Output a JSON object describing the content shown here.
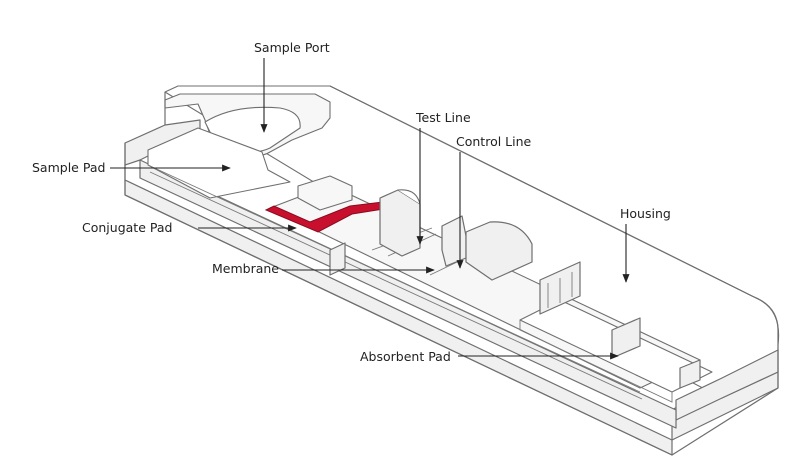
{
  "diagram": {
    "title": "Lateral flow test cassette cross-section",
    "labels": {
      "sample_port": "Sample Port",
      "test_line": "Test Line",
      "control_line": "Control Line",
      "sample_pad": "Sample Pad",
      "housing": "Housing",
      "conjugate_pad": "Conjugate Pad",
      "membrane": "Membrane",
      "absorbent_pad": "Absorbent Pad"
    },
    "colors": {
      "outline": "#6f6f6f",
      "housing_face": "#f0f0f0",
      "conjugate_pad": "#c8102e",
      "label_text": "#222222",
      "arrow": "#222222"
    }
  }
}
